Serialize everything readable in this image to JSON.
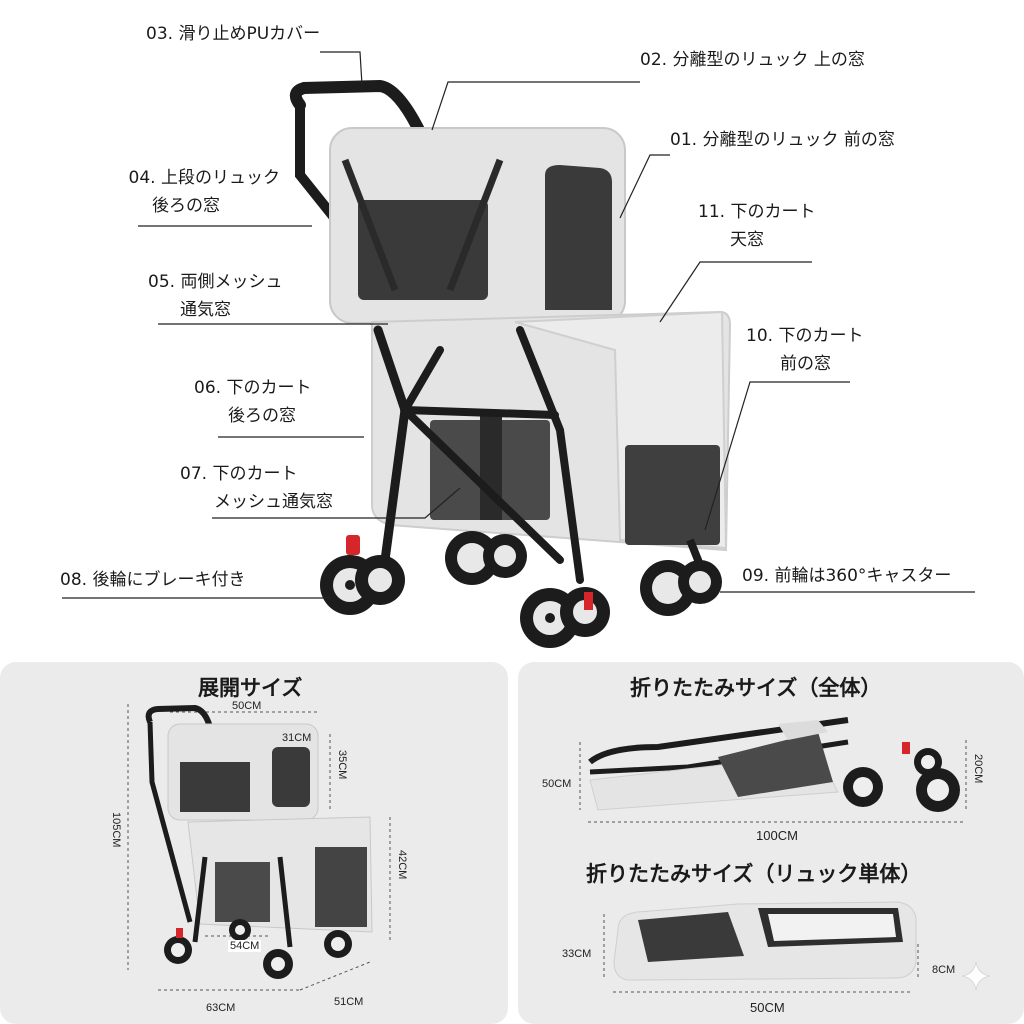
{
  "callouts": {
    "c03": "03. 滑り止めPUカバー",
    "c02": "02. 分離型のリュック 上の窓",
    "c01": "01. 分離型のリュック 前の窓",
    "c04_1": "04. 上段のリュック",
    "c04_2": "後ろの窓",
    "c11_1": "11. 下のカート",
    "c11_2": "天窓",
    "c05_1": "05. 両側メッシュ",
    "c05_2": "通気窓",
    "c10_1": "10. 下のカート",
    "c10_2": "前の窓",
    "c06_1": "06. 下のカート",
    "c06_2": "後ろの窓",
    "c07_1": "07. 下のカート",
    "c07_2": "メッシュ通気窓",
    "c08": "08. 後輪にブレーキ付き",
    "c09": "09. 前輪は360°キャスター"
  },
  "panels": {
    "expanded": {
      "title": "展開サイズ",
      "dims": {
        "top_width": "50CM",
        "bag_width": "31CM",
        "bag_height": "35CM",
        "total_height": "105CM",
        "cart_height": "42CM",
        "wheel_gap": "54CM",
        "length": "63CM",
        "depth": "51CM"
      }
    },
    "folded_all": {
      "title": "折りたたみサイズ（全体）",
      "dims": {
        "height_left": "50CM",
        "height_right": "20CM",
        "length": "100CM"
      }
    },
    "folded_bag": {
      "title": "折りたたみサイズ（リュック単体）",
      "dims": {
        "height": "33CM",
        "thickness": "8CM",
        "width": "50CM"
      }
    }
  },
  "colors": {
    "frame": "#1c1c1c",
    "fabric": "#e4e4e4",
    "mesh": "#3a3a3a",
    "brake": "#d6262b",
    "panel_bg": "#ebebeb"
  }
}
